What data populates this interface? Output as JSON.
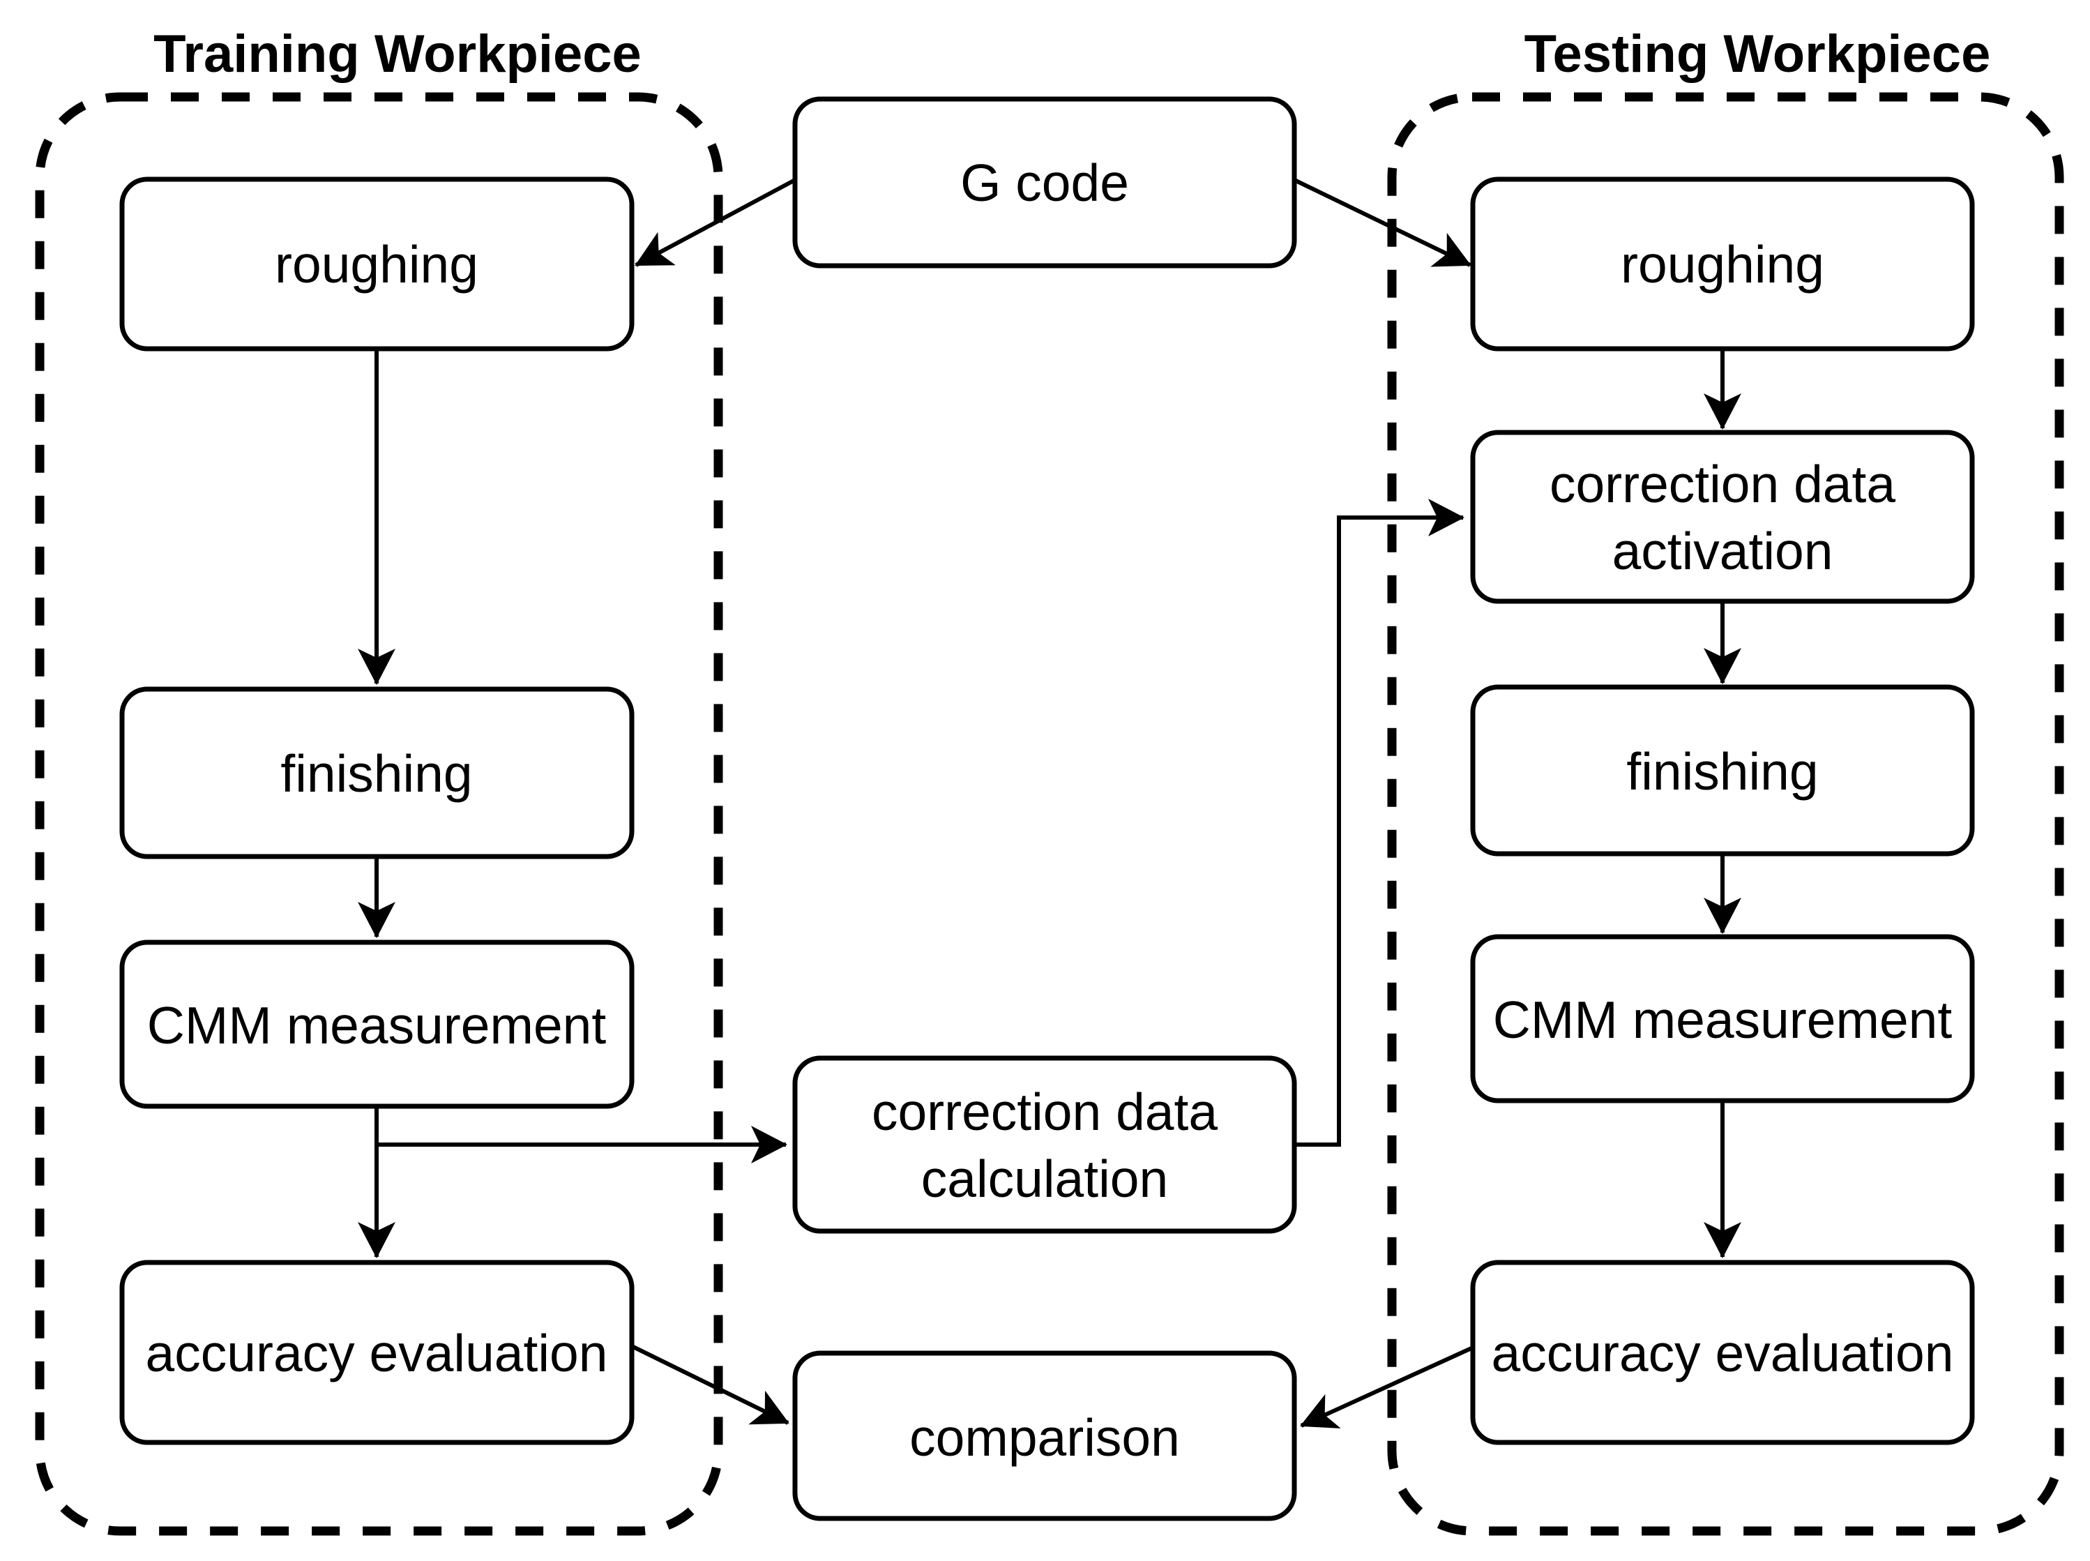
{
  "figure": {
    "colors": {
      "background": "#ffffff",
      "line": "#000000",
      "box_fill": "#ffffff",
      "text": "#000000"
    },
    "containers": {
      "training": {
        "title": "Training Workpiece"
      },
      "testing": {
        "title": "Testing Workpiece"
      }
    },
    "nodes": {
      "g_code": {
        "label": "G code"
      },
      "training_roughing": {
        "label": "roughing"
      },
      "training_finishing": {
        "label": "finishing"
      },
      "training_cmm_measurement": {
        "label": "CMM measurement"
      },
      "training_accuracy_evaluation": {
        "label": "accuracy evaluation"
      },
      "correction_data_calculation": {
        "line1": "correction data",
        "line2": "calculation"
      },
      "correction_data_activation": {
        "line1": "correction data",
        "line2": "activation"
      },
      "testing_roughing": {
        "label": "roughing"
      },
      "testing_finishing": {
        "label": "finishing"
      },
      "testing_cmm_measurement": {
        "label": "CMM measurement"
      },
      "testing_accuracy_evaluation": {
        "label": "accuracy evaluation"
      },
      "comparison": {
        "label": "comparison"
      }
    }
  }
}
